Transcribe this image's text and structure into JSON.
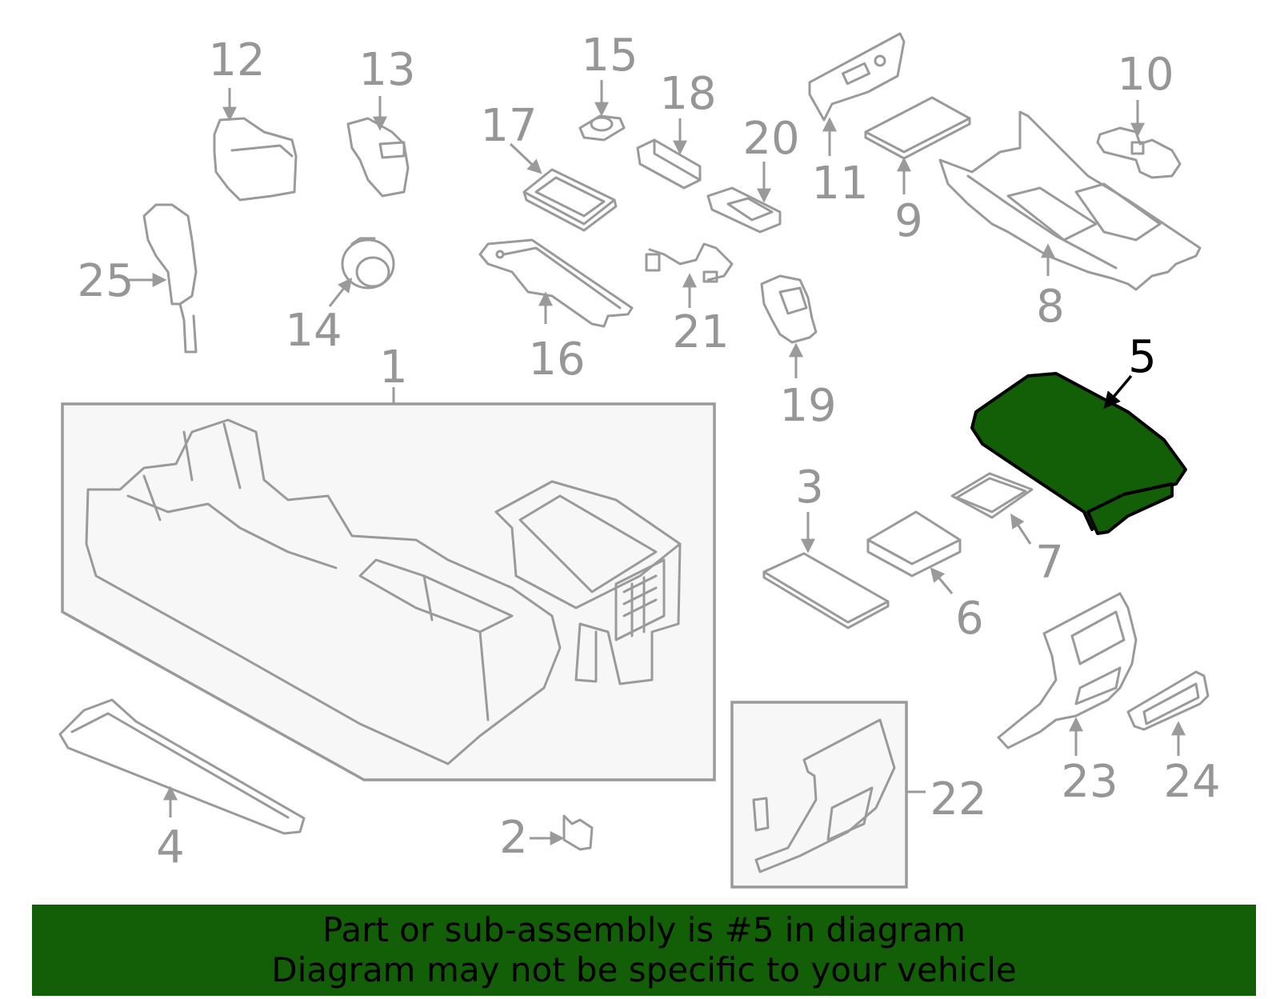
{
  "callouts": {
    "c1": "1",
    "c2": "2",
    "c3": "3",
    "c4": "4",
    "c5": "5",
    "c6": "6",
    "c7": "7",
    "c8": "8",
    "c9": "9",
    "c10": "10",
    "c11": "11",
    "c12": "12",
    "c13": "13",
    "c14": "14",
    "c15": "15",
    "c16": "16",
    "c17": "17",
    "c18": "18",
    "c19": "19",
    "c20": "20",
    "c21": "21",
    "c22": "22",
    "c23": "23",
    "c24": "24",
    "c25": "25"
  },
  "highlight": {
    "part": "5",
    "color": "#135f07"
  },
  "banner": {
    "line1": "Part or sub-assembly is #5 in diagram",
    "line2": "Diagram may not be specific to your vehicle"
  }
}
